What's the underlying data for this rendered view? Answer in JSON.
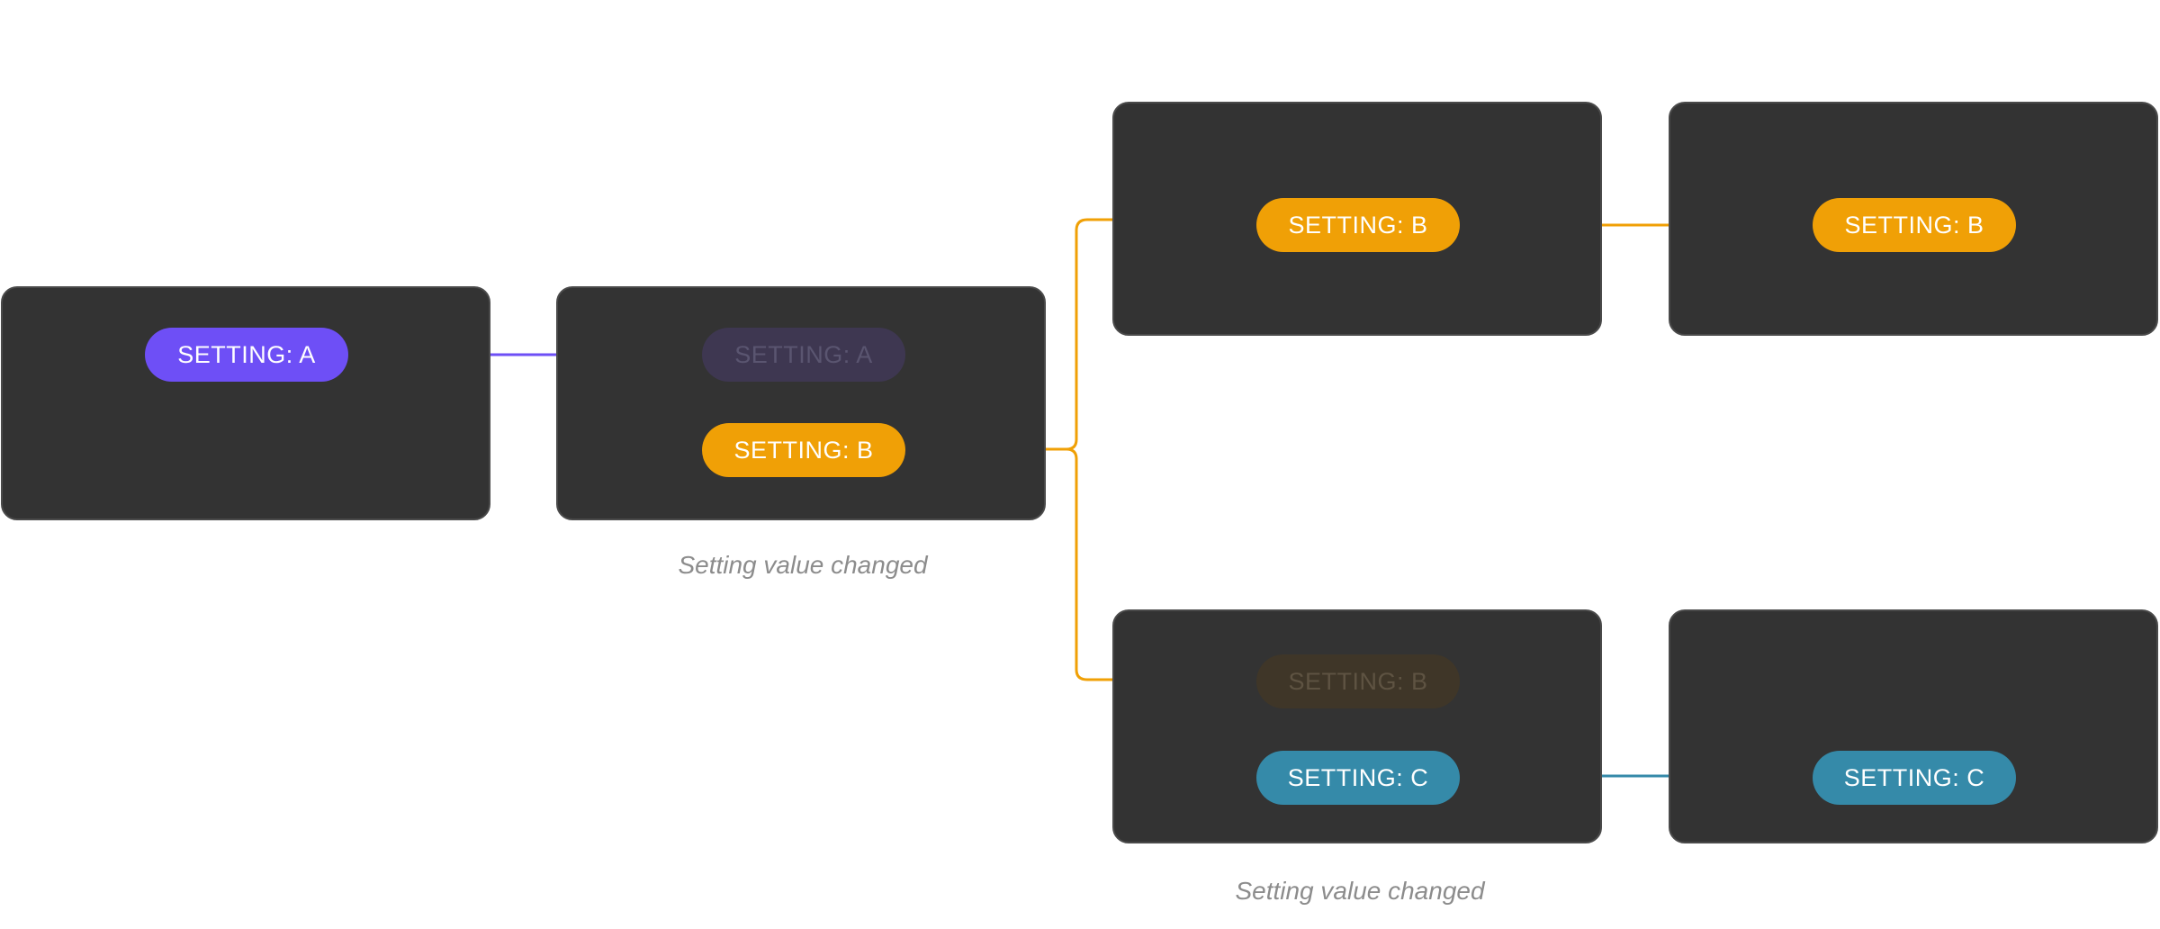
{
  "colors": {
    "background": "#ffffff",
    "card": "#333333",
    "setting_a": "#6e4ff6",
    "setting_b": "#f0a006",
    "setting_c": "#358aa9",
    "setting_a_faded": "#3e3751",
    "setting_b_faded": "#3f3628",
    "caption": "#8c8c8c"
  },
  "nodes": [
    {
      "id": "card-1",
      "pills": [
        {
          "label": "SETTING: A",
          "state": "active",
          "color": "setting_a"
        }
      ]
    },
    {
      "id": "card-2",
      "pills": [
        {
          "label": "SETTING: A",
          "state": "faded",
          "color": "setting_a"
        },
        {
          "label": "SETTING: B",
          "state": "active",
          "color": "setting_b"
        }
      ],
      "caption": "Setting value changed"
    },
    {
      "id": "card-3",
      "pills": [
        {
          "label": "SETTING: B",
          "state": "active",
          "color": "setting_b"
        }
      ]
    },
    {
      "id": "card-4",
      "pills": [
        {
          "label": "SETTING: B",
          "state": "active",
          "color": "setting_b"
        }
      ]
    },
    {
      "id": "card-5",
      "pills": [
        {
          "label": "SETTING: B",
          "state": "faded",
          "color": "setting_b"
        },
        {
          "label": "SETTING: C",
          "state": "active",
          "color": "setting_c"
        }
      ],
      "caption": "Setting value changed"
    },
    {
      "id": "card-6",
      "pills": [
        {
          "label": "SETTING: C",
          "state": "active",
          "color": "setting_c"
        }
      ]
    }
  ],
  "edges": [
    {
      "from": "card-1",
      "to": "card-2",
      "color": "setting_a"
    },
    {
      "from": "card-2",
      "to": "card-3",
      "color": "setting_b"
    },
    {
      "from": "card-2",
      "to": "card-5",
      "color": "setting_b"
    },
    {
      "from": "card-3",
      "to": "card-4",
      "color": "setting_b"
    },
    {
      "from": "card-5",
      "to": "card-6",
      "color": "setting_c"
    }
  ]
}
